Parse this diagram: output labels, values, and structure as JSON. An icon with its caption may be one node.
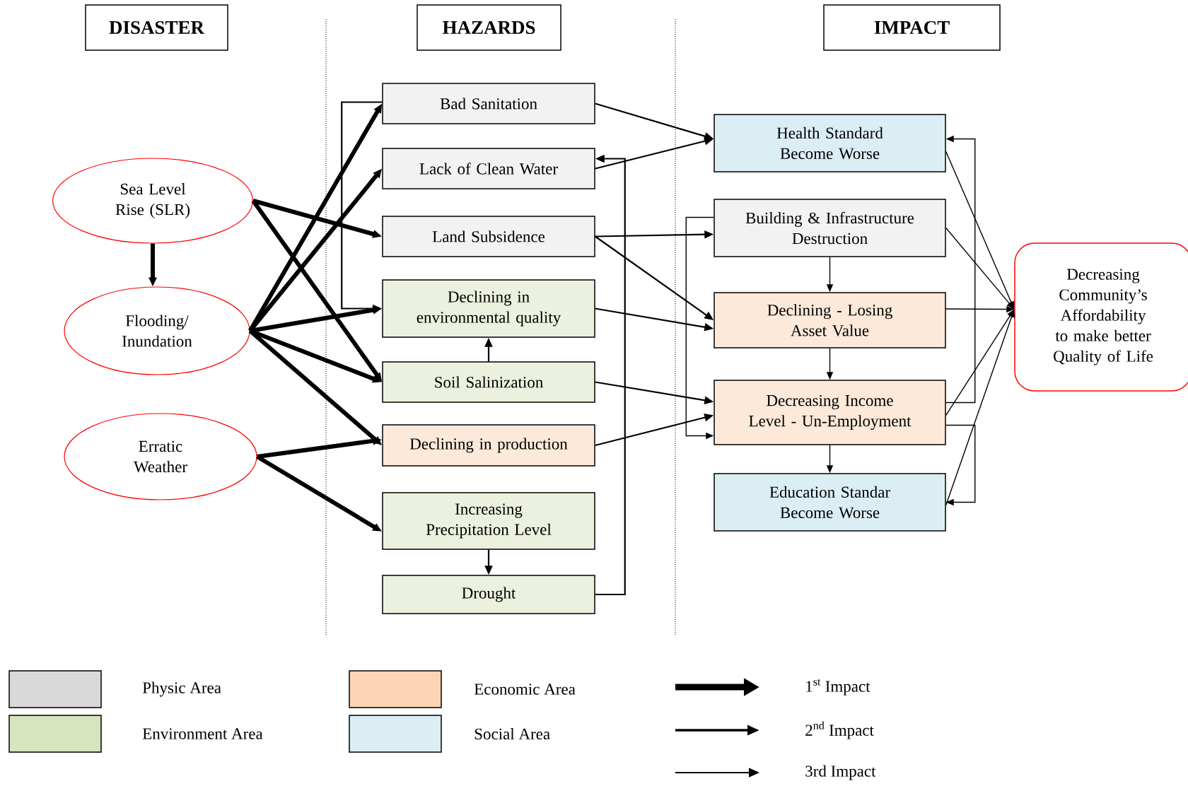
{
  "diagram": {
    "nodes": [
      {
        "text": [
          "DISASTER"
        ]
      },
      {
        "text": [
          "HAZARDS"
        ]
      },
      {
        "text": [
          "IMPACT"
        ]
      },
      {
        "text": [
          "Sea Level Rise (SLR)"
        ]
      },
      {
        "text": [
          "Flooding/ Inundation"
        ]
      },
      {
        "text": [
          "Erratic Weather"
        ]
      },
      {
        "text": [
          "Bad Sanitation"
        ]
      },
      {
        "text": [
          "Lack of Clean Water"
        ]
      },
      {
        "text": [
          "Land Subsidence"
        ]
      },
      {
        "text": [
          "Declining in environmental quality"
        ]
      },
      {
        "text": [
          "Soil Salinization"
        ]
      },
      {
        "text": [
          "Declining in production"
        ]
      },
      {
        "text": [
          "Increasing Precipitation Level"
        ]
      },
      {
        "text": [
          "Drought"
        ]
      },
      {
        "text": [
          "Health Standard Become Worse"
        ]
      },
      {
        "text": [
          "Building & Infrastructure Destruction"
        ]
      },
      {
        "text": [
          "Declining - Losing Asset Value"
        ]
      },
      {
        "text": [
          "Decreasing Income Level - Un-Employment"
        ]
      },
      {
        "text": [
          "Education Standar Become Worse"
        ]
      },
      {
        "text": [
          "Decreasing Community’s Affordability to make better Quality of Life"
        ]
      }
    ],
    "edges": [
      {
        "from": 3,
        "to": 4,
        "arrow": "to",
        "style": "thick"
      },
      {
        "from": 3,
        "to": 8,
        "arrow": "to",
        "style": "thick"
      },
      {
        "from": 3,
        "to": 10,
        "arrow": "to",
        "style": "thick"
      },
      {
        "from": 4,
        "to": 6,
        "arrow": "to",
        "style": "thick"
      },
      {
        "from": 4,
        "to": 7,
        "arrow": "to",
        "style": "thick"
      },
      {
        "from": 4,
        "to": 9,
        "arrow": "to",
        "style": "thick"
      },
      {
        "from": 4,
        "to": 10,
        "arrow": "to",
        "style": "thick"
      },
      {
        "from": 4,
        "to": 11,
        "arrow": "to",
        "style": "thick"
      },
      {
        "from": 5,
        "to": 11,
        "arrow": "to",
        "style": "thick"
      },
      {
        "from": 5,
        "to": 12,
        "arrow": "to",
        "style": "thick"
      },
      {
        "from": 6,
        "to": 9,
        "arrow": "to"
      },
      {
        "from": 10,
        "to": 9,
        "arrow": "to"
      },
      {
        "from": 12,
        "to": 13,
        "arrow": "to"
      },
      {
        "from": 13,
        "to": 7,
        "arrow": "to"
      },
      {
        "from": 6,
        "to": 14,
        "arrow": "to"
      },
      {
        "from": 7,
        "to": 14,
        "arrow": "to"
      },
      {
        "from": 8,
        "to": 15,
        "arrow": "to"
      },
      {
        "from": 8,
        "to": 16,
        "arrow": "to"
      },
      {
        "from": 9,
        "to": 16,
        "arrow": "to"
      },
      {
        "from": 10,
        "to": 17,
        "arrow": "to"
      },
      {
        "from": 11,
        "to": 17,
        "arrow": "to"
      },
      {
        "from": 15,
        "to": 16,
        "arrow": "to"
      },
      {
        "from": 16,
        "to": 17,
        "arrow": "to"
      },
      {
        "from": 17,
        "to": 18,
        "arrow": "to"
      },
      {
        "from": 15,
        "to": 17,
        "arrow": "to"
      },
      {
        "from": 17,
        "to": 14,
        "arrow": "to"
      },
      {
        "from": 17,
        "to": 18,
        "arrow": "to"
      },
      {
        "from": 14,
        "to": 19,
        "arrow": "to"
      },
      {
        "from": 15,
        "to": 19,
        "arrow": "to"
      },
      {
        "from": 16,
        "to": 19,
        "arrow": "to"
      },
      {
        "from": 17,
        "to": 19,
        "arrow": "to"
      },
      {
        "from": 18,
        "to": 19,
        "arrow": "to"
      }
    ],
    "legend": [
      {
        "text": "Physic Area",
        "color": "#d9d9d9"
      },
      {
        "text": "Economic Area",
        "color": "#fcd5b5"
      },
      {
        "text": "1$^{st}$ Impact"
      },
      {
        "text": "Environment Area",
        "color": "#d7e4bd"
      },
      {
        "text": "Social  Area",
        "color": "#dbeef4"
      },
      {
        "text": "2$^{nd}$ Impact"
      },
      {
        "text": "3rd Impact"
      }
    ]
  }
}
